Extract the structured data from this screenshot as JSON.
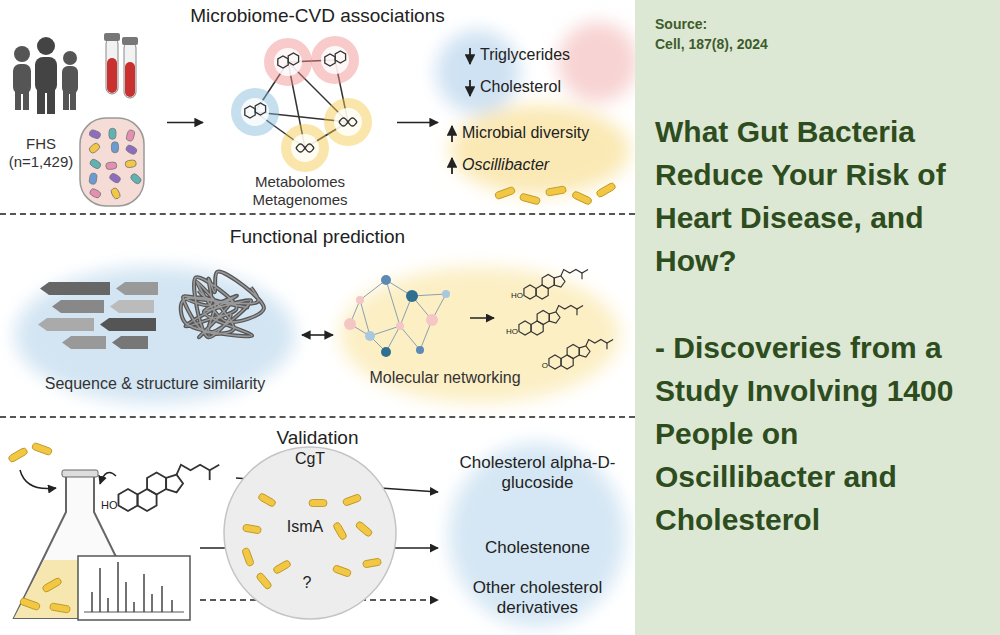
{
  "diagram": {
    "title": "What Gut Bacteria Reduce Your Risk of Heart Disease, and How?",
    "nodes": [
      {
        "text": [
          "Microbiome-CVD associations"
        ]
      },
      {
        "text": [
          "FHS (n=1,429)"
        ],
        "in": 0
      },
      {
        "text": [
          "Metabolomes Metagenomes"
        ],
        "in": 0
      },
      {
        "text": [
          "Triglycerides",
          "Cholesterol",
          "Microbial diversity",
          "Oscillibacter"
        ],
        "in": 0
      },
      {
        "text": [
          "Functional prediction"
        ]
      },
      {
        "text": [
          "Sequence & structure similarity"
        ],
        "in": 4
      },
      {
        "text": [
          "Molecular networking"
        ],
        "in": 4
      },
      {
        "text": [
          "Validation"
        ]
      },
      {
        "text": [
          "CgT",
          "IsmA",
          "?"
        ],
        "in": 7
      },
      {
        "text": [
          "Cholesterol alpha-D-glucoside",
          "Cholestenone",
          "Other cholesterol derivatives"
        ],
        "in": 7
      }
    ],
    "edges": [
      {
        "from": 1,
        "to": 2,
        "arrow": "to"
      },
      {
        "from": 2,
        "to": 3,
        "arrow": "to"
      },
      {
        "from": 5,
        "to": 6,
        "arrow": "both"
      }
    ],
    "labels": [
      "Source:",
      "Cell, 187(8), 2024",
      "- Discoveries from a Study Involving 1400 People on Oscillibacter and Cholesterol",
      "HO",
      "HO",
      "O",
      "HO"
    ]
  }
}
